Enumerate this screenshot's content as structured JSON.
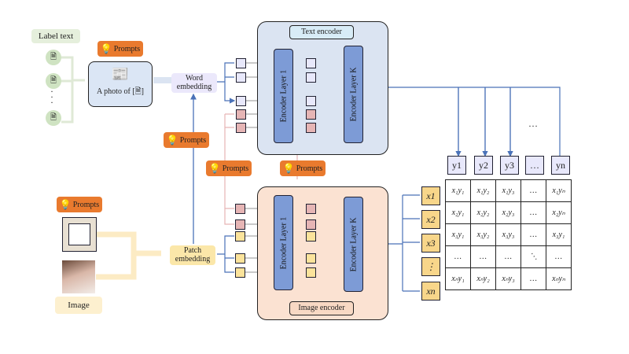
{
  "label_text": "Label text",
  "prompts_label": "Prompts",
  "template_text": "A photo of [",
  "template_suffix": "]",
  "word_embedding": "Word\nembedding",
  "patch_embedding": "Patch\nembedding",
  "image_label": "Image",
  "text_encoder": {
    "title": "Text encoder",
    "layer1": "Encoder   Layer  1",
    "layerK": "Encoder   Layer  K"
  },
  "image_encoder": {
    "title": "Image encoder",
    "layer1": "Encoder   Layer  1",
    "layerK": "Encoder   Layer  K"
  },
  "ellipsis": "…",
  "y_labels": [
    "y1",
    "y2",
    "y3",
    "…",
    "yn"
  ],
  "x_labels": [
    "x1",
    "x2",
    "x3",
    "⋮",
    "xn"
  ],
  "matrix": [
    [
      "x₁y₁",
      "x₁y₂",
      "x₁y₃",
      "…",
      "x₁yₙ"
    ],
    [
      "x₂y₁",
      "x₂y₂",
      "x₂y₃",
      "…",
      "x₂yₙ"
    ],
    [
      "x₃y₁",
      "x₃y₂",
      "x₃y₃",
      "…",
      "x₃y₁"
    ],
    [
      "…",
      "…",
      "…",
      "⋱",
      "…"
    ],
    [
      "xₙy₁",
      "xₙy₂",
      "xₙy₃",
      "…",
      "xₙyₙ"
    ]
  ],
  "colors": {
    "prompt": "#e97a2e",
    "text_panel": "#dbe4f2",
    "image_panel": "#fbe2d2",
    "layer": "#7d9bd6",
    "arrow": "#4a72b8"
  }
}
